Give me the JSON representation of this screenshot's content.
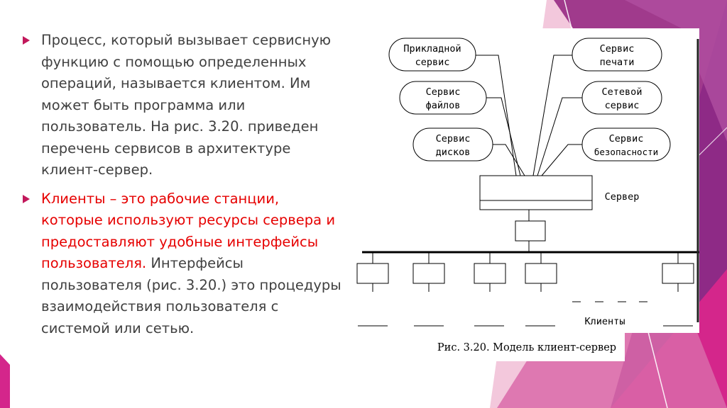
{
  "slide": {
    "bullets": [
      {
        "text": "Процесс, который вызывает сервисную функцию с помощью определенных операций, называется клиентом. Им может быть программа или пользователь. На рис. 3.20. приведен перечень сервисов в архитектуре клиент-сервер."
      },
      {
        "highlight": "Клиенты – это рабочие станции, которые используют ресурсы сервера и предоставляют удобные интерфейсы пользователя.",
        "text": " Интерфейсы пользователя (рис. 3.20.) это процедуры взаимодействия пользователя с системой или сетью."
      }
    ]
  },
  "diagram": {
    "services_left": [
      {
        "line1": "Прикладной",
        "line2": "сервис"
      },
      {
        "line1": "Сервис",
        "line2": "файлов"
      },
      {
        "line1": "Сервис",
        "line2": "дисков"
      }
    ],
    "services_right": [
      {
        "line1": "Сервис",
        "line2": "печати"
      },
      {
        "line1": "Сетевой",
        "line2": "сервис"
      },
      {
        "line1": "Сервис",
        "line2": "безопасности"
      }
    ],
    "server_label": "Сервер",
    "clients_label": "Клиенты",
    "caption": "Рис. 3.20. Модель клиент-сервер"
  },
  "colors": {
    "accent": "#c2185b",
    "highlight": "#e60000",
    "body_text": "#404040"
  }
}
